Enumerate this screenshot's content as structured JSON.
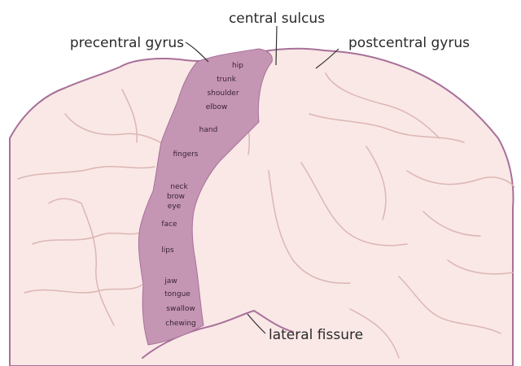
{
  "callouts": {
    "central_sulcus": "central sulcus",
    "precentral_gyrus": "precentral gyrus",
    "postcentral_gyrus": "postcentral gyrus",
    "lateral_fissure": "lateral fissure"
  },
  "motor_regions": [
    "hip",
    "trunk",
    "shoulder",
    "elbow",
    "hand",
    "fingers",
    "neck",
    "brow",
    "eye",
    "face",
    "lips",
    "jaw",
    "tongue",
    "swallow",
    "chewing"
  ],
  "colors": {
    "cortex": "#f9e8e6",
    "cortex_outline": "#a8709a",
    "fold_lines": "#dcb6b4",
    "motor_strip": "#c496b4",
    "motor_strip_edge": "#a8709a",
    "leader_lines": "#333333"
  }
}
